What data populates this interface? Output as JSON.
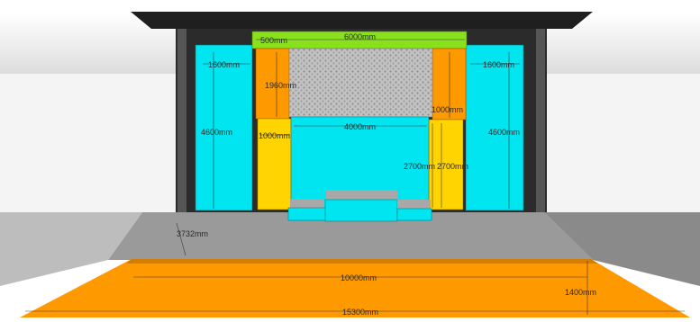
{
  "diagram": {
    "dimensions": {
      "top_banner_width": "6000mm",
      "top_banner_gap": "500mm",
      "left_panel_width": "1600mm",
      "right_panel_width": "1600mm",
      "left_panel_height": "4600mm",
      "right_panel_height": "4600mm",
      "left_orange_height": "1960mm",
      "right_orange_height": "1000mm",
      "left_yellow_width": "1000mm",
      "center_screen_width": "4000mm",
      "center_height": "2700mm",
      "right_yellow_height": "2700mm",
      "floor_depth": "3732mm",
      "front_stage_width": "10000mm",
      "front_stage_depth": "1400mm",
      "front_stage_bottom_width": "15300mm"
    },
    "colors": {
      "cyan": "#00e5f0",
      "orange": "#ff9900",
      "yellow": "#ffd400",
      "green": "#88e11c",
      "floor_grey": "#9a9a9a",
      "dark_frame": "#2b2b2b",
      "pattern_grey": "#bcbcbc"
    }
  }
}
